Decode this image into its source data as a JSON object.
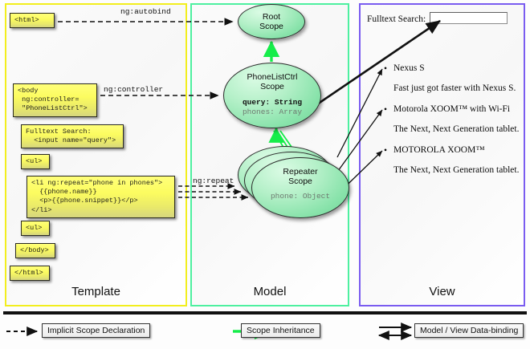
{
  "panels": {
    "template": {
      "label": "Template",
      "border_color": "#f2ee1e"
    },
    "model": {
      "label": "Model",
      "border_color": "#4ef0a0"
    },
    "view": {
      "label": "View",
      "border_color": "#7a5cf0"
    }
  },
  "template_boxes": [
    {
      "name": "html-open",
      "text": "<html>"
    },
    {
      "name": "body-open",
      "text": "<body\n ng:controller=\n \"PhoneListCtrl\">"
    },
    {
      "name": "search-markup",
      "text": "Fulltext Search:\n  <input name=\"query\">"
    },
    {
      "name": "ul-open",
      "text": "<ul>"
    },
    {
      "name": "li-repeat",
      "text": "<li ng:repeat=\"phone in phones\">\n  {{phone.name}}\n  <p>{{phone.snippet}}</p>\n</li>"
    },
    {
      "name": "ul-close",
      "text": "<ul>"
    },
    {
      "name": "body-close",
      "text": "</body>"
    },
    {
      "name": "html-close",
      "text": "</html>"
    }
  ],
  "connector_labels": {
    "autobind": "ng:autobind",
    "controller": "ng:controller",
    "repeat": "ng:repeat"
  },
  "scopes": {
    "root": {
      "title_line1": "Root",
      "title_line2": "Scope"
    },
    "ctrl": {
      "title_line1": "PhoneListCtrl",
      "title_line2": "Scope",
      "prop1": "query: String",
      "prop2": "phones: Array"
    },
    "repeater": {
      "title_line1": "Repeater",
      "title_line2": "Scope",
      "prop1": "phone: Object"
    }
  },
  "view": {
    "search_label": "Fulltext Search:",
    "search_value": "",
    "items": [
      {
        "name": "Nexus S",
        "snippet": "Fast just got faster with Nexus S."
      },
      {
        "name": "Motorola XOOM™  with Wi-Fi",
        "snippet": "The Next, Next Generation tablet."
      },
      {
        "name": "MOTOROLA XOOM™",
        "snippet": "The Next, Next Generation tablet."
      }
    ]
  },
  "legend": [
    {
      "name": "implicit-scope-declaration",
      "label": "Implicit Scope Declaration",
      "arrow": "dashed-black"
    },
    {
      "name": "scope-inheritance",
      "label": "Scope Inheritance",
      "arrow": "solid-green"
    },
    {
      "name": "model-view-data-binding",
      "label": "Model / View Data-binding",
      "arrow": "double-black"
    }
  ],
  "colors": {
    "template_border": "#f2ee1e",
    "model_border": "#4ef0a0",
    "view_border": "#7a5cf0",
    "inheritance_arrow": "#15ed4a",
    "code_box_fill": "#f2f24a"
  }
}
